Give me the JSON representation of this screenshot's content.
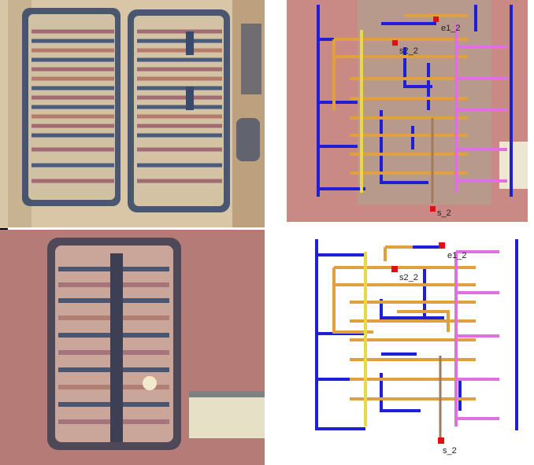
{
  "panels": {
    "top_left": {
      "kind": "die-photo"
    },
    "bottom_left": {
      "kind": "die-photo"
    },
    "top_right": {
      "kind": "photo-with-overlay"
    },
    "bottom_right": {
      "kind": "schematic-diagram"
    }
  },
  "labels": {
    "e1_2": "e1_2",
    "s2_2": "s2_2",
    "s_2": "s_2"
  },
  "colors": {
    "metal_blue": "#1f1fd6",
    "poly_orange": "#e0a040",
    "diffusion_pink": "#e070e0",
    "pad_red": "#dd1111",
    "trace_brown": "#a07a5a",
    "vertical_yellow": "#e8d84a"
  }
}
